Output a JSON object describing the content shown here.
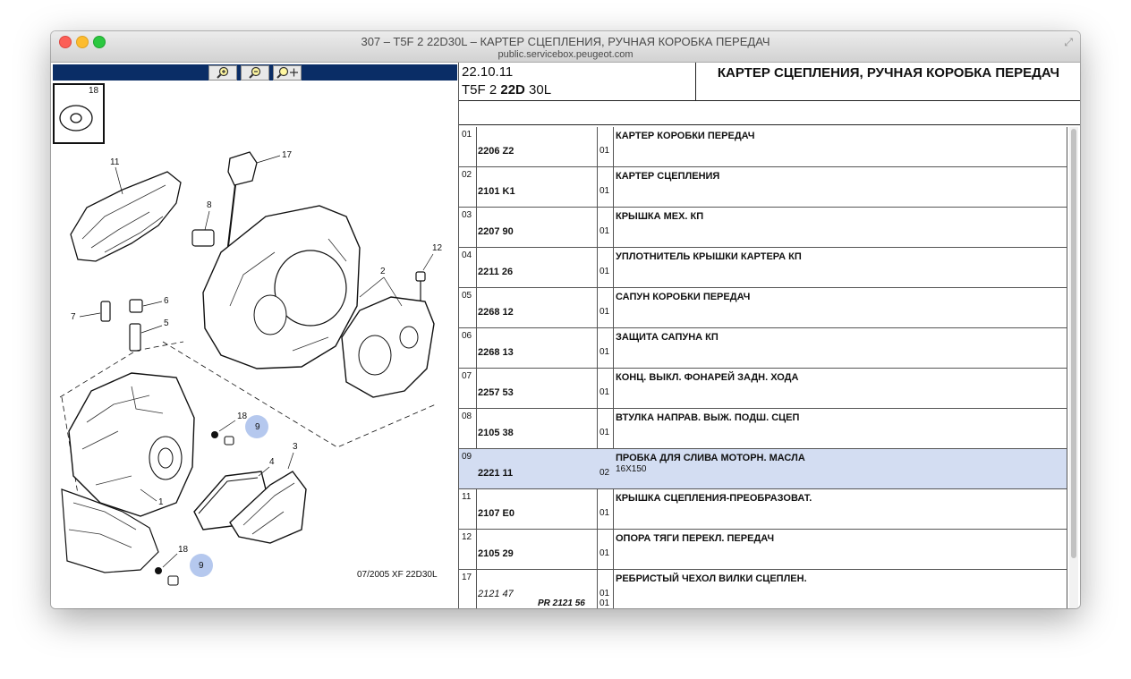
{
  "window": {
    "title": "307 – T5F 2 22D30L – КАРТЕР СЦЕПЛЕНИЯ, РУЧНАЯ КОРОБКА ПЕРЕДАЧ",
    "url": "public.servicebox.peugeot.com"
  },
  "toolbar": {
    "zoom_in_icon": "zoom-in-icon",
    "zoom_out_icon": "zoom-out-icon",
    "zoom_move_icon": "zoom-move-icon"
  },
  "diagram": {
    "callouts": [
      "18",
      "11",
      "17",
      "8",
      "12",
      "2",
      "7",
      "6",
      "5",
      "18",
      "9",
      "4",
      "3",
      "1",
      "18",
      "9"
    ],
    "footer": "07/2005  XF 22D30L",
    "highlight_color": "#b5c8ee"
  },
  "header": {
    "date": "22.10.11",
    "model_a": "T5F 2 ",
    "model_b": "22D",
    "model_c": " 30L",
    "title": "КАРТЕР СЦЕПЛЕНИЯ, РУЧНАЯ КОРОБКА ПЕРЕДАЧ"
  },
  "parts": [
    {
      "idx": "01",
      "ref": "2206 Z2",
      "qty": "01",
      "desc": "КАРТЕР КОРОБКИ ПЕРЕДАЧ",
      "sub": ""
    },
    {
      "idx": "02",
      "ref": "2101 K1",
      "qty": "01",
      "desc": "КАРТЕР СЦЕПЛЕНИЯ",
      "sub": ""
    },
    {
      "idx": "03",
      "ref": "2207 90",
      "qty": "01",
      "desc": "КРЫШКА МЕХ. КП",
      "sub": ""
    },
    {
      "idx": "04",
      "ref": "2211 26",
      "qty": "01",
      "desc": "УПЛОТНИТЕЛЬ КРЫШКИ КАРТЕРА КП",
      "sub": ""
    },
    {
      "idx": "05",
      "ref": "2268 12",
      "qty": "01",
      "desc": "САПУН КОРОБКИ ПЕРЕДАЧ",
      "sub": ""
    },
    {
      "idx": "06",
      "ref": "2268 13",
      "qty": "01",
      "desc": "ЗАЩИТА САПУНА КП",
      "sub": ""
    },
    {
      "idx": "07",
      "ref": "2257 53",
      "qty": "01",
      "desc": "КОНЦ. ВЫКЛ. ФОНАРЕЙ ЗАДН. ХОДА",
      "sub": ""
    },
    {
      "idx": "08",
      "ref": "2105 38",
      "qty": "01",
      "desc": "ВТУЛКА НАПРАВ. ВЫЖ. ПОДШ. СЦЕП",
      "sub": ""
    },
    {
      "idx": "09",
      "ref": "2221 11",
      "qty": "02",
      "desc": "ПРОБКА ДЛЯ СЛИВА МОТОРН. МАСЛА",
      "sub": "16X150",
      "selected": true
    },
    {
      "idx": "11",
      "ref": "2107 E0",
      "qty": "01",
      "desc": "КРЫШКА СЦЕПЛЕНИЯ-ПРЕОБРАЗОВАТ.",
      "sub": ""
    },
    {
      "idx": "12",
      "ref": "2105 29",
      "qty": "01",
      "desc": "ОПОРА ТЯГИ ПЕРЕКЛ. ПЕРЕДАЧ",
      "sub": ""
    },
    {
      "idx": "17",
      "ref": "2121 47",
      "qty": "01",
      "desc": "РЕБРИСТЫЙ ЧЕХОЛ ВИЛКИ СЦЕПЛЕН.",
      "sub": "",
      "italic": true,
      "extra": "PR 2121 56",
      "extra_qty": "01"
    }
  ]
}
